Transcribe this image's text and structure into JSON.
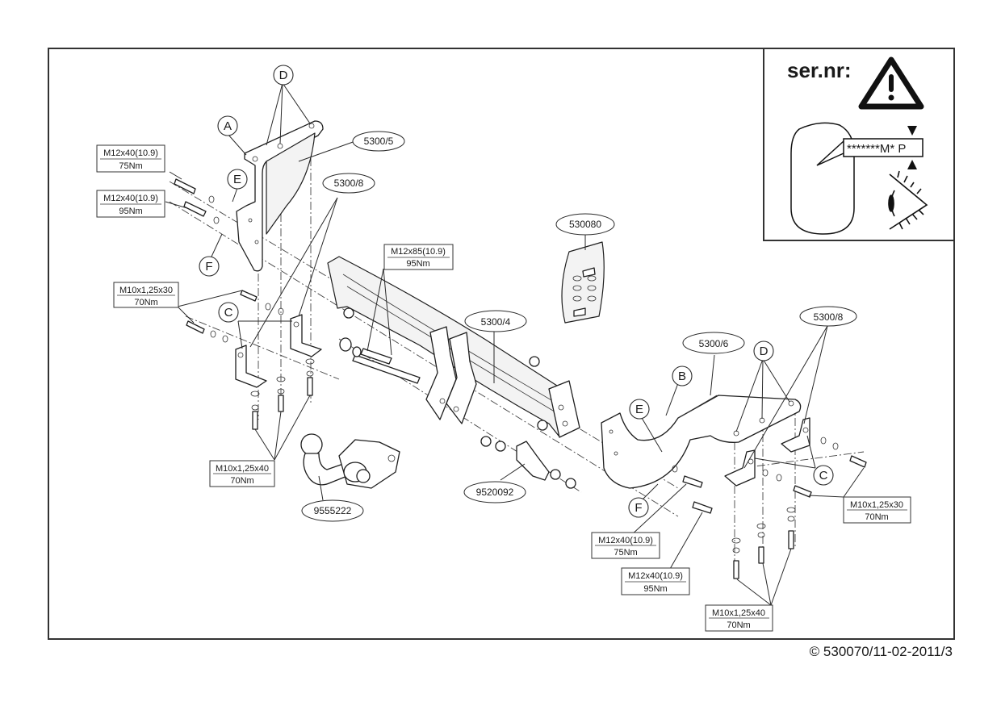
{
  "serial_panel": {
    "title": "ser.nr:",
    "plate_text": "*******M* P",
    "icons": [
      "warning-triangle-icon",
      "eye-icon",
      "arrow-down-marker-icon",
      "arrow-up-marker-icon"
    ]
  },
  "part_numbers": [
    {
      "id": "5300/5"
    },
    {
      "id": "5300/8",
      "position": "left"
    },
    {
      "id": "530080"
    },
    {
      "id": "5300/4"
    },
    {
      "id": "5300/6"
    },
    {
      "id": "5300/8",
      "position": "right"
    },
    {
      "id": "9555222"
    },
    {
      "id": "9520092"
    }
  ],
  "letters": {
    "A": "A",
    "B": "B",
    "C": "C",
    "D": "D",
    "E": "E",
    "F": "F"
  },
  "specs": [
    {
      "bolt": "M12x40(10.9)",
      "torque": "75Nm",
      "side": "left-top"
    },
    {
      "bolt": "M12x40(10.9)",
      "torque": "95Nm",
      "side": "left-top"
    },
    {
      "bolt": "M10x1,25x30",
      "torque": "70Nm",
      "side": "left-middle"
    },
    {
      "bolt": "M12x85(10.9)",
      "torque": "95Nm",
      "side": "center"
    },
    {
      "bolt": "M10x1,25x40",
      "torque": "70Nm",
      "side": "left-bottom"
    },
    {
      "bolt": "M10x1,25x30",
      "torque": "70Nm",
      "side": "right"
    },
    {
      "bolt": "M12x40(10.9)",
      "torque": "75Nm",
      "side": "right-bottom"
    },
    {
      "bolt": "M12x40(10.9)",
      "torque": "95Nm",
      "side": "right-bottom"
    },
    {
      "bolt": "M10x1,25x40",
      "torque": "70Nm",
      "side": "right-bottom"
    }
  ],
  "footer": {
    "copyright": "© 530070/11-02-2011/3"
  }
}
